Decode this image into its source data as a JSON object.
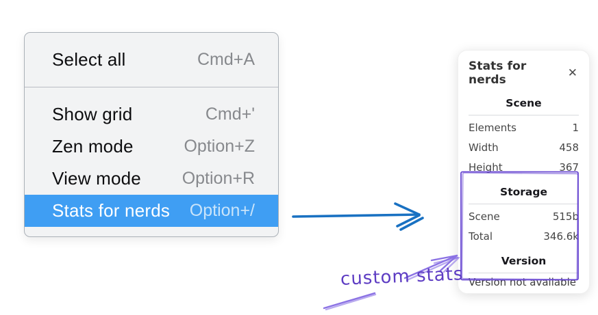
{
  "menu": {
    "items": [
      {
        "label": "Select all",
        "shortcut": "Cmd+A",
        "highlighted": false
      },
      {
        "label": "Show grid",
        "shortcut": "Cmd+'",
        "highlighted": false
      },
      {
        "label": "Zen mode",
        "shortcut": "Option+Z",
        "highlighted": false
      },
      {
        "label": "View mode",
        "shortcut": "Option+R",
        "highlighted": false
      },
      {
        "label": "Stats for nerds",
        "shortcut": "Option+/",
        "highlighted": true
      }
    ]
  },
  "stats_panel": {
    "title": "Stats for nerds",
    "close_icon": "✕",
    "sections": [
      {
        "heading": "Scene",
        "rows": [
          [
            "Elements",
            "1"
          ],
          [
            "Width",
            "458"
          ],
          [
            "Height",
            "367"
          ]
        ]
      },
      {
        "heading": "Storage",
        "rows": [
          [
            "Scene",
            "515b"
          ],
          [
            "Total",
            "346.6k"
          ]
        ]
      },
      {
        "heading": "Version",
        "rows": [],
        "note": "Version not available"
      }
    ]
  },
  "annotation": {
    "label": "custom stats"
  },
  "colors": {
    "menu_highlight": "#3f9ef3",
    "flow_arrow": "#1971c2",
    "annotation_box": "#6847d1",
    "annotation_arrow": "#8b72e4",
    "annotation_text": "#5d3cc3"
  }
}
